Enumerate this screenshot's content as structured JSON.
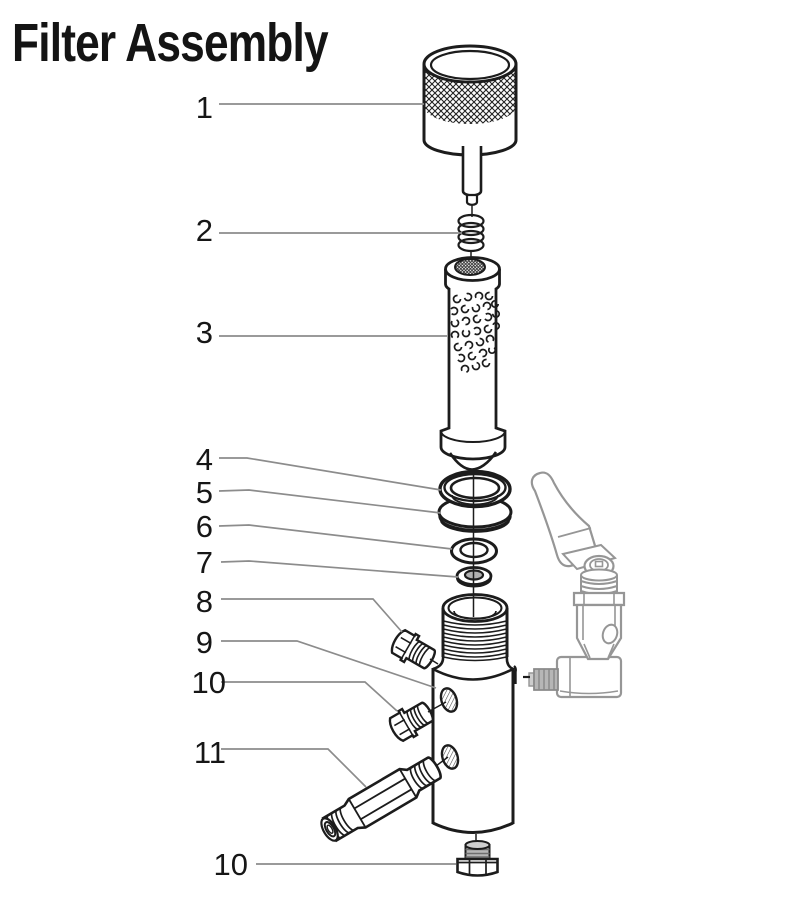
{
  "title": "Filter Assembly",
  "callouts": [
    {
      "label": "1"
    },
    {
      "label": "2"
    },
    {
      "label": "3"
    },
    {
      "label": "4"
    },
    {
      "label": "5"
    },
    {
      "label": "6"
    },
    {
      "label": "7"
    },
    {
      "label": "8"
    },
    {
      "label": "9"
    },
    {
      "label": "10"
    },
    {
      "label": "11"
    },
    {
      "label": "10"
    }
  ],
  "colors": {
    "line": "#1c1c1c",
    "leader": "#8c8c8c",
    "valve": "#969696",
    "metal": "#b6b6b6",
    "background": "#ffffff"
  }
}
